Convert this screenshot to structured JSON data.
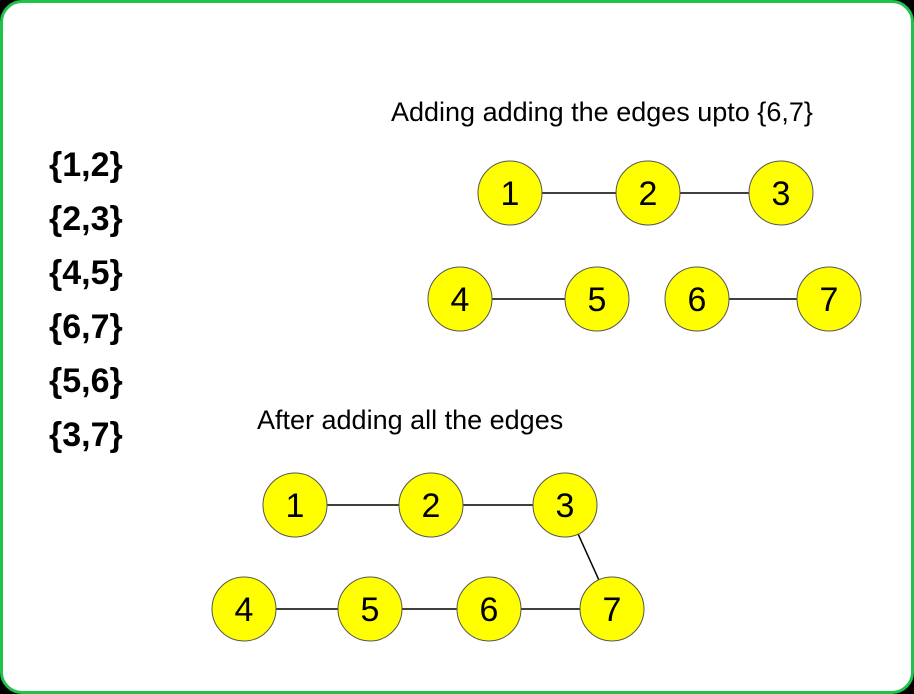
{
  "edges_list": [
    "{1,2}",
    "{2,3}",
    "{4,5}",
    "{6,7}",
    "{5,6}",
    "{3,7}"
  ],
  "top_graph": {
    "caption": "Adding adding the edges upto {6,7}",
    "nodes": [
      "1",
      "2",
      "3",
      "4",
      "5",
      "6",
      "7"
    ],
    "edges": [
      [
        "1",
        "2"
      ],
      [
        "2",
        "3"
      ],
      [
        "4",
        "5"
      ],
      [
        "6",
        "7"
      ]
    ]
  },
  "bottom_graph": {
    "caption": "After adding all the edges",
    "nodes": [
      "1",
      "2",
      "3",
      "4",
      "5",
      "6",
      "7"
    ],
    "edges": [
      [
        "1",
        "2"
      ],
      [
        "2",
        "3"
      ],
      [
        "4",
        "5"
      ],
      [
        "5",
        "6"
      ],
      [
        "6",
        "7"
      ],
      [
        "3",
        "7"
      ]
    ]
  },
  "colors": {
    "node_fill": "#ffff00",
    "node_stroke": "#555555",
    "border": "#1fc24a"
  }
}
